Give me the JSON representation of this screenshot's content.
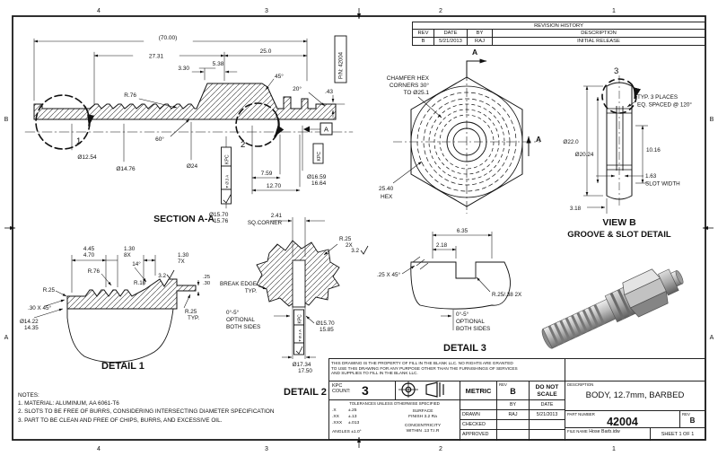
{
  "sheet": {
    "zones_top": [
      "4",
      "3",
      "2",
      "1"
    ],
    "zones_bottom": [
      "4",
      "3",
      "2",
      "1"
    ],
    "zone_left_b": "B",
    "zone_left_a": "A",
    "zone_right_b": "B",
    "zone_right_a": "A",
    "pn_tag": "P/N: 42004"
  },
  "revision_table": {
    "title": "REVISION HISTORY",
    "col_rev": "REV",
    "col_date": "DATE",
    "col_by": "BY",
    "col_desc": "DESCRIPTION",
    "row": {
      "rev": "B",
      "date": "5/21/2013",
      "by": "RAJ",
      "desc": "INITIAL RELEASE"
    }
  },
  "section_aa": {
    "label": "SECTION A-A",
    "dim_overall": "(70.00)",
    "dim_2731": "27.31",
    "dim_250": "25.0",
    "dim_330": "3.30",
    "dim_538": "5.38",
    "ang_45": "45°",
    "ang_20": "20°",
    "dim_043": ".43",
    "r_76": "R.76",
    "ang_60": "60°",
    "dia_1254": "Ø12.54",
    "dia_1476": "Ø14.76",
    "dia_24": "Ø24",
    "dim_759": "7.59",
    "dim_1270": "12.70",
    "dia_1659_1": "Ø16.59",
    "dia_1659_2": "16.64",
    "dia_1570_1": "Ø15.70",
    "dia_1570_2": "15.76",
    "datum_a": "A",
    "kpc": "KPC",
    "fcf": "⌖ Ø.3 A",
    "circle1": "1",
    "circle2": "2"
  },
  "hex_view": {
    "chamfer_1": "CHAMFER HEX",
    "chamfer_2": "CORNERS 30°",
    "chamfer_3": "TO Ø25.1",
    "hex_dim_1": "25.40",
    "hex_dim_2": "HEX",
    "arrow_a_top": "A",
    "arrow_a_side": "A"
  },
  "view_b": {
    "circle3": "3",
    "typ_1": "TYP. 3 PLACES",
    "typ_2": "EQ. SPACED @ 120°",
    "dia_220": "Ø22.0",
    "dia_2024": "Ø20.24",
    "dim_1016": "10.16",
    "slot_1": "1.63",
    "slot_2": "SLOT WIDTH",
    "dim_318": "3.18",
    "label_1": "VIEW B",
    "label_2": "GROOVE & SLOT DETAIL"
  },
  "detail1": {
    "label": "DETAIL  1",
    "dim_445": "4.45",
    "dim_470": "4.70",
    "dim_130a": "1.30",
    "qty_8x": "8X",
    "ang_14": "14°",
    "dim_130b": "1.30",
    "qty_7x": "7X",
    "r_76": "R.76",
    "r_10": "R.10",
    "r_25": "R.25",
    "chamfer": ".30 X 45°",
    "dia_1422_1": "Ø14.22",
    "dia_1422_2": "14.35",
    "r25_typ_1": "R.25",
    "r25_typ_2": "TYP.",
    "finish": "3.2",
    "lim_25": ".25",
    "lim_30": ".30"
  },
  "detail2": {
    "label": "DETAIL  2",
    "sq_1": "2.41",
    "sq_2": "SQ.CORNER",
    "r25": "R.25",
    "r25_qty": "2X",
    "finish": "3.2",
    "break_1": "BREAK EDGE",
    "break_2": "TYP.",
    "opt_1": "0°-5°",
    "opt_2": "OPTIONAL",
    "opt_3": "BOTH SIDES",
    "dia_1570_1": "Ø15.70",
    "dia_1570_2": "15.85",
    "dia_1734_1": "Ø17.34",
    "dia_1734_2": "17.50",
    "kpc": "KPC",
    "fcf": "⌖ Ø.3 A"
  },
  "detail3": {
    "label": "DETAIL  3",
    "dim_635": "6.35",
    "dim_218": "2.18",
    "chamfer": ".25 X 45°",
    "r_limits": "R.25/.38 2X",
    "opt_1": "0°-5°",
    "opt_2": "OPTIONAL",
    "opt_3": "BOTH SIDES"
  },
  "notes": {
    "title": "NOTES:",
    "lines": [
      "1. MATERIAL: ALUMINUM, AA 6061-T6",
      "2. SLOTS TO BE FREE OF BURRS, CONSIDERING INTERSECTING DIAMETER SPECIFICATION",
      "3. PART TO BE CLEAN AND FREE OF CHIPS, BURRS, AND EXCESSIVE OIL."
    ]
  },
  "title_block": {
    "legal_1": "THIS DRAWING IS THE PROPERTY OF FILL IN THE BLANK LLC.  NO RIGHTS ARE GRANTED",
    "legal_2": "TO USE THIS DRAWING FOR ANY PURPOSE OTHER THAN THE FURNISHINGS OF SERVICES",
    "legal_3": "AND SUPPLIES TO FILL IN THE BLANK LLC.",
    "kpc_label_1": "KPC",
    "kpc_label_2": "COUNT:",
    "kpc_value": "3",
    "metric": "METRIC",
    "rev_small_label": "REV",
    "rev_small_value": "B",
    "scale_1": "DO NOT",
    "scale_2": "SCALE",
    "tol_header": "TOLERANCES UNLESS OTHERWISE SPECIFIED",
    "tol_x": ".X",
    "tol_x_v": "±.25",
    "tol_xx": ".XX",
    "tol_xx_v": "±.13",
    "tol_xxx": ".XXX",
    "tol_xxx_v": "±.013",
    "tol_ang": "ANGLES ±1.0°",
    "surface_1": "SURFACE",
    "surface_2": "FINISH 3.2 Ra",
    "conc_1": "CONCENTRICITY",
    "conc_2": "WITHIN .13 T.I.R",
    "by": "BY",
    "date": "DATE",
    "drawn": "DRAWN",
    "drawn_by": "RAJ",
    "drawn_date": "5/21/2013",
    "checked": "CHECKED",
    "approved": "APPROVED",
    "desc_label": "DESCRIPTION",
    "description": "BODY, 12.7mm, BARBED",
    "pn_label": "PART NUMBER",
    "part_number": "42004",
    "rev_label": "REV",
    "rev_value": "B",
    "file_label": "FILE NAME",
    "file_name": "Hose Barb.idw",
    "sheet_label": "SHEET 1 OF 1"
  }
}
